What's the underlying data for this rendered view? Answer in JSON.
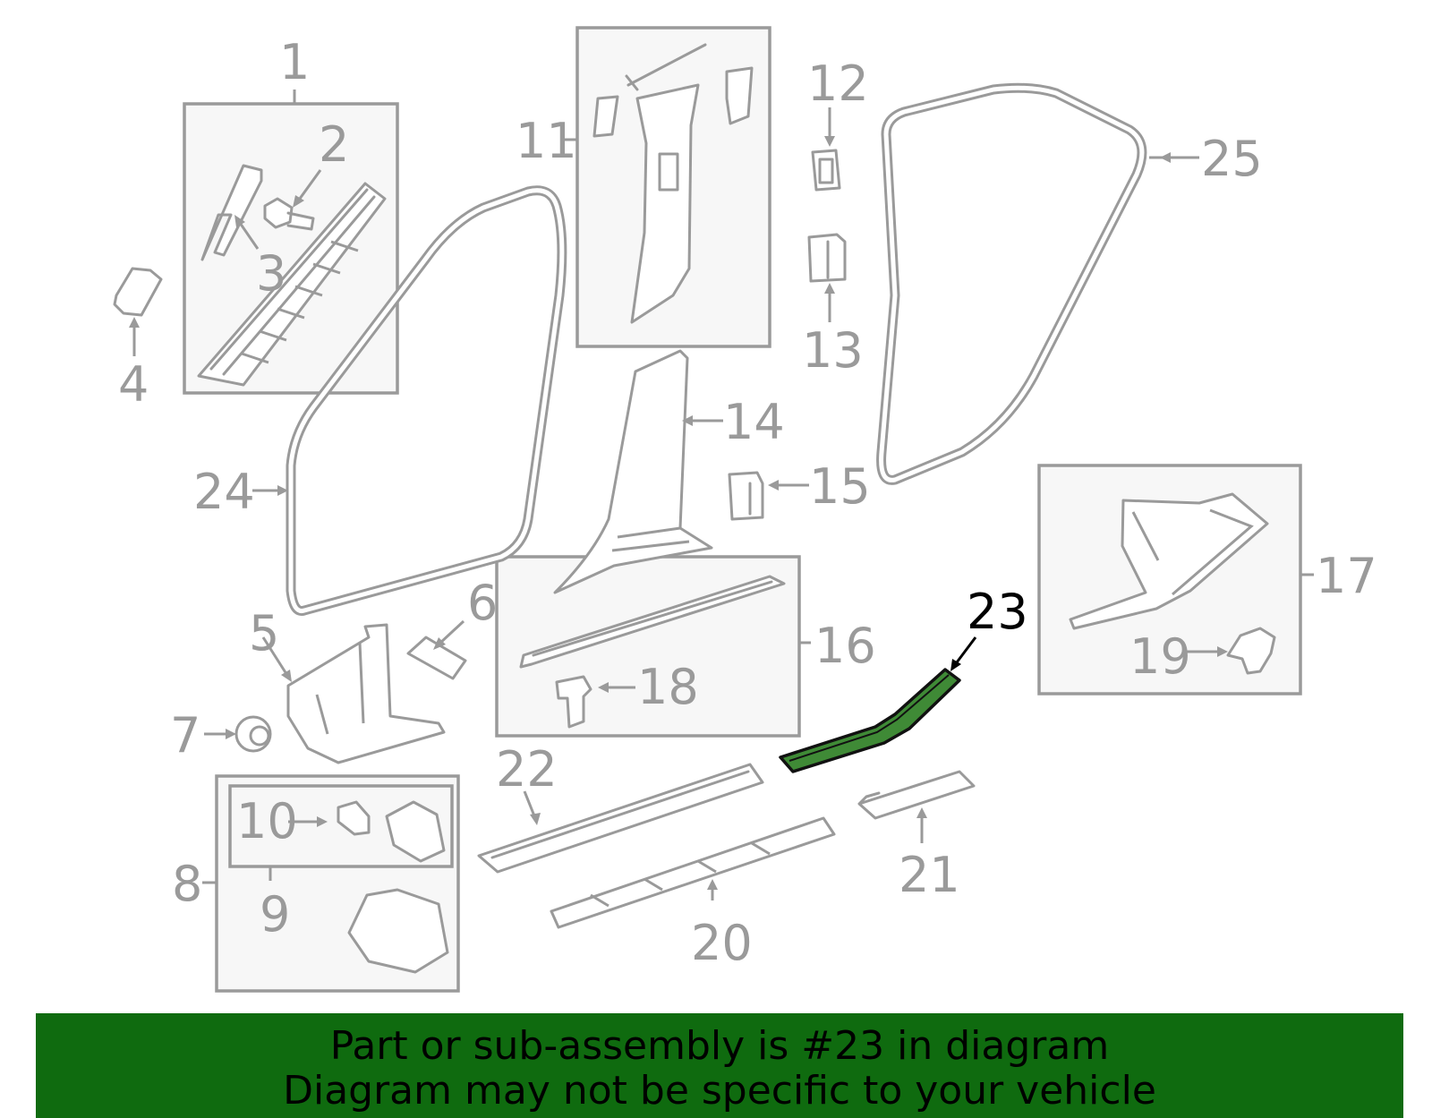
{
  "callouts": [
    "1",
    "2",
    "3",
    "4",
    "5",
    "6",
    "7",
    "8",
    "9",
    "10",
    "11",
    "12",
    "13",
    "14",
    "15",
    "16",
    "17",
    "18",
    "19",
    "20",
    "21",
    "22",
    "23",
    "24",
    "25"
  ],
  "highlighted_part": "23",
  "colors": {
    "highlight_fill": "#3f8a36",
    "banner_background": "#0f6b0f",
    "line_art": "#9a9a9a"
  },
  "banner": {
    "line1": "Part or sub-assembly is #23 in diagram",
    "line2": "Diagram may not be specific to your vehicle"
  }
}
